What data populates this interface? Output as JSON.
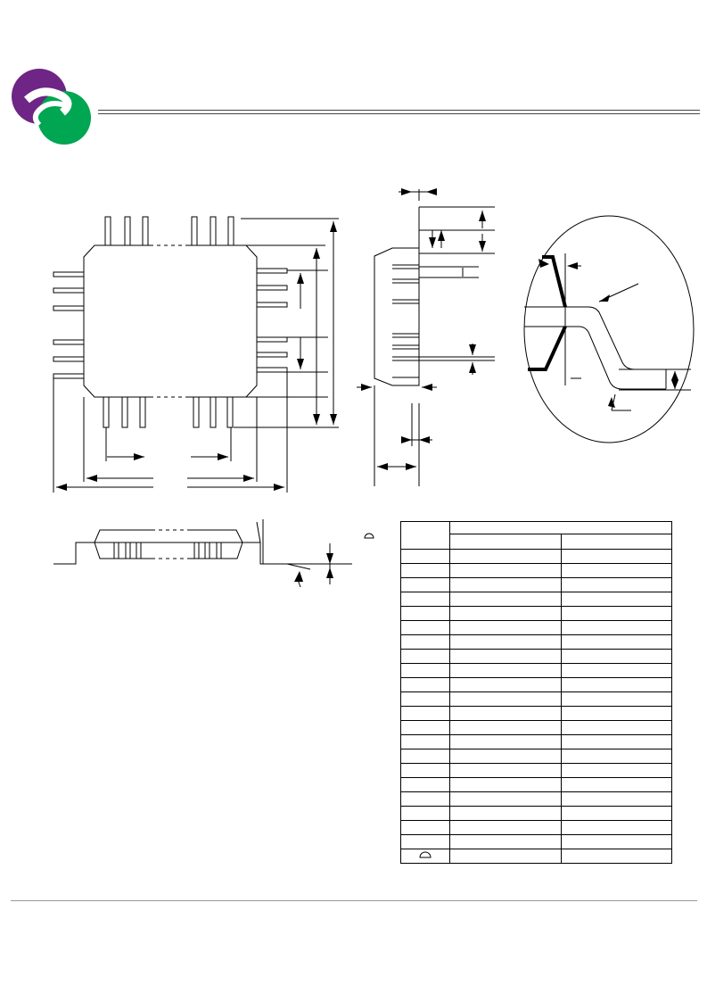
{
  "brand": {
    "logo_colors": {
      "purple": "#6e2585",
      "green": "#00a651"
    }
  },
  "package_drawing": {
    "views": [
      "top-view",
      "side-view",
      "lead-detail",
      "end-view"
    ],
    "stroke_color": "#000000"
  },
  "dimension_table": {
    "symbol_col": "",
    "millimeters_header": "",
    "sub_headers": [
      "",
      ""
    ],
    "row_count": 22
  }
}
